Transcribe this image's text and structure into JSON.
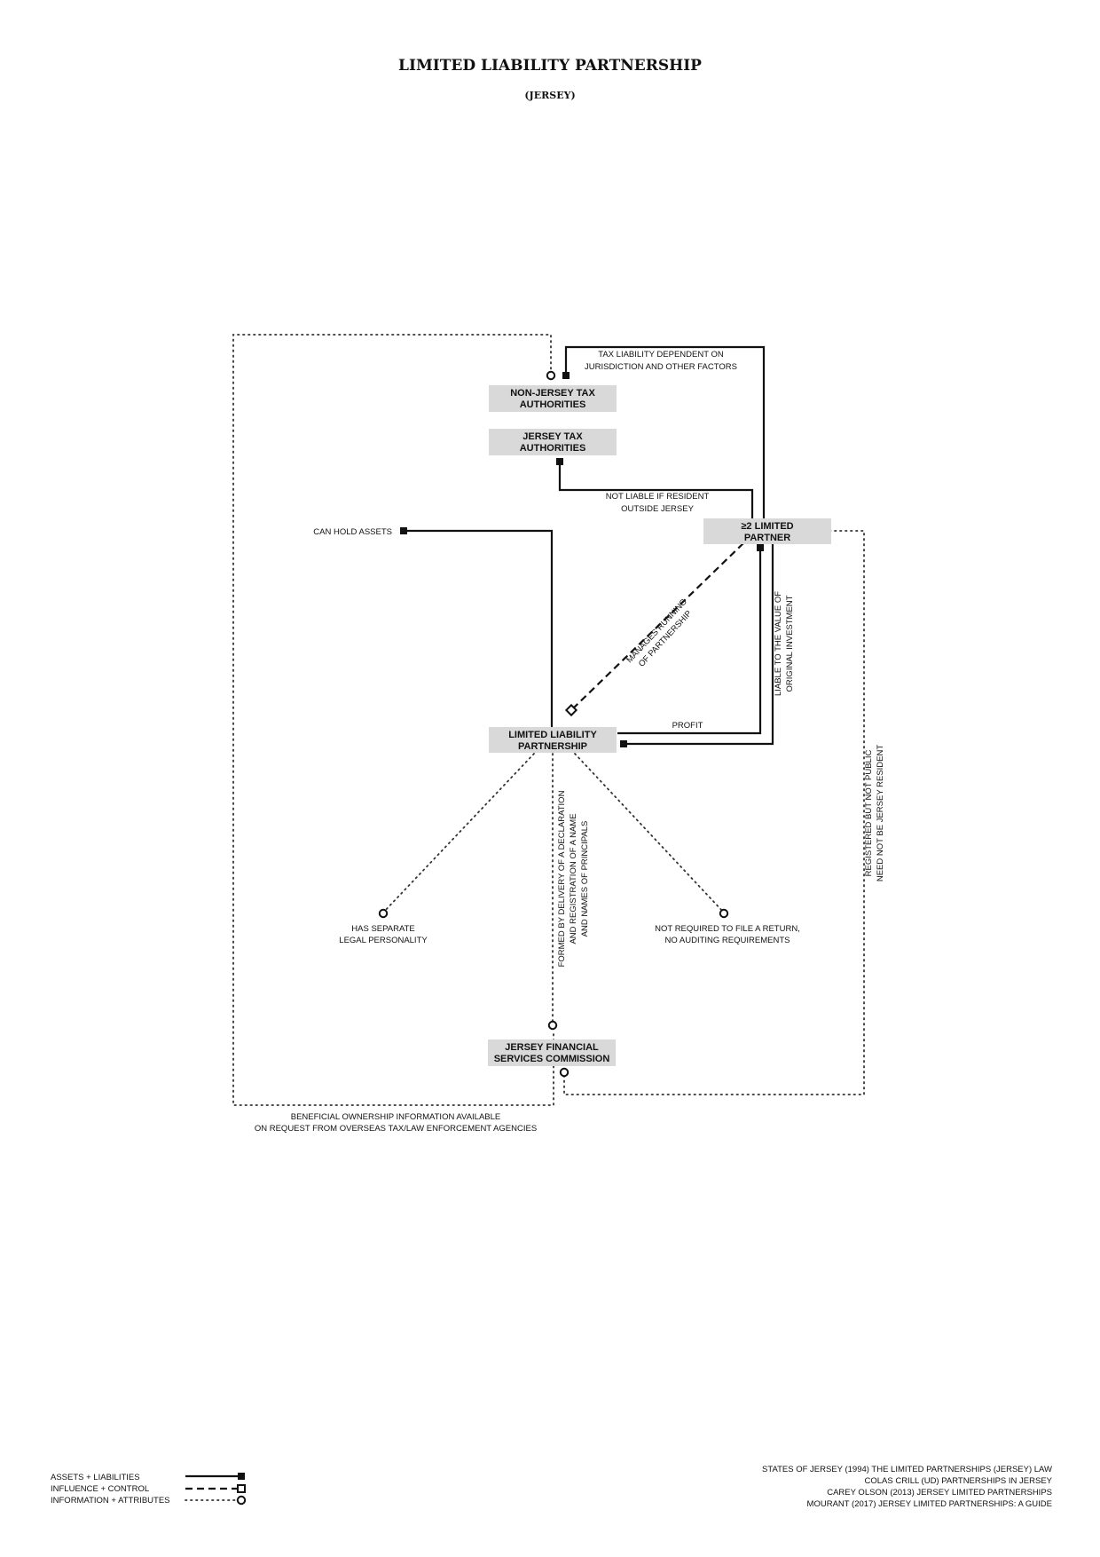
{
  "header": {
    "title": "LIMITED LIABILITY PARTNERSHIP",
    "subtitle": "(JERSEY)"
  },
  "nodes": {
    "non_jersey_tax": [
      "NON-JERSEY TAX",
      "AUTHORITIES"
    ],
    "jersey_tax": [
      "JERSEY TAX",
      "AUTHORITIES"
    ],
    "limited_partner": [
      "≥2 LIMITED",
      "PARTNER"
    ],
    "llp": [
      "LIMITED LIABILITY",
      "PARTNERSHIP"
    ],
    "jfsc": [
      "JERSEY FINANCIAL",
      "SERVICES COMMISSION"
    ]
  },
  "labels": {
    "tax_liability": [
      "TAX LIABILITY DEPENDENT ON",
      "JURISDICTION AND OTHER FACTORS"
    ],
    "not_liable": [
      "NOT LIABLE IF RESIDENT",
      "OUTSIDE JERSEY"
    ],
    "can_hold_assets": "CAN HOLD ASSETS",
    "manages": [
      "MANAGES RUNNING",
      "OF PARTNERSHIP"
    ],
    "liable_value": [
      "LIABLE TO THE VALUE OF",
      "ORIGINAL INVESTMENT"
    ],
    "profit": "PROFIT",
    "registered": [
      "REGISTERED BUT NOT PUBLIC",
      "NEED NOT BE JERSEY RESIDENT"
    ],
    "formed_by": [
      "FORMED BY DELIVERY OF A DECLARATION",
      "AND REGISTRATION OF A NAME",
      "AND NAMES OF PRINCIPALS"
    ],
    "separate_personality": [
      "HAS  SEPARATE",
      "LEGAL PERSONALITY"
    ],
    "no_return": [
      "NOT REQUIRED TO FILE A RETURN,",
      "NO AUDITING REQUIREMENTS"
    ],
    "beneficial": [
      "BENEFICIAL OWNERSHIP INFORMATION AVAILABLE",
      "ON REQUEST FROM OVERSEAS TAX/LAW ENFORCEMENT AGENCIES"
    ]
  },
  "legend": {
    "assets": "ASSETS + LIABILITIES",
    "influence": "INFLUENCE + CONTROL",
    "information": "INFORMATION + ATTRIBUTES"
  },
  "sources": [
    "STATES OF JERSEY (1994) THE LIMITED PARTNERSHIPS (JERSEY) LAW",
    "COLAS CRILL (UD) PARTNERSHIPS IN JERSEY",
    "CAREY OLSON (2013) JERSEY LIMITED PARTNERSHIPS",
    "MOURANT (2017) JERSEY LIMITED PARTNERSHIPS: A GUIDE"
  ]
}
